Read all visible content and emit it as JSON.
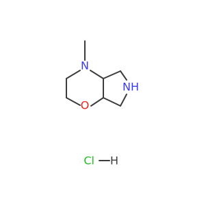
{
  "molecule": {
    "atoms": {
      "methyl_n": "N",
      "ring_o": "O",
      "pyrrolidine_nh": "NH",
      "hcl_cl": "Cl",
      "hcl_h": "H"
    },
    "colors": {
      "nitrogen": "#3a3af0",
      "oxygen": "#e8261c",
      "chlorine": "#22c322",
      "carbon_bond": "#3c3c3c"
    }
  }
}
